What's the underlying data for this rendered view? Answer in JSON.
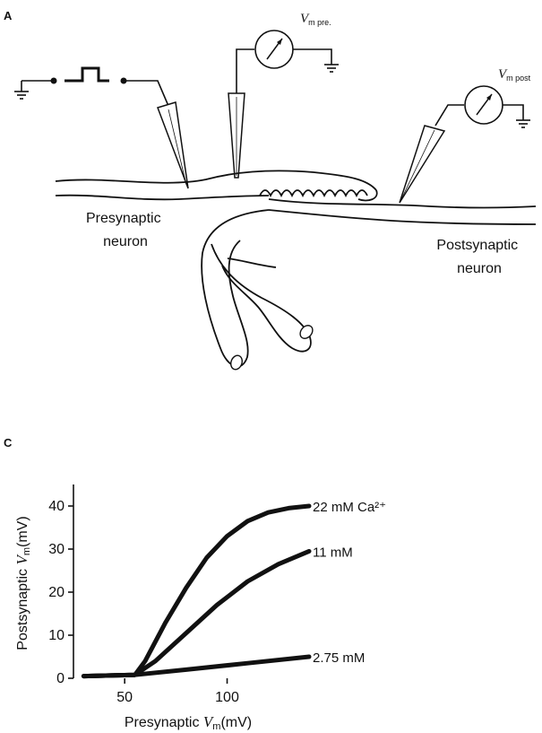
{
  "panel_a": {
    "letter": "A",
    "presynaptic_label": [
      "Presynaptic",
      "neuron"
    ],
    "postsynaptic_label": [
      "Postsynaptic",
      "neuron"
    ],
    "vm_pre": {
      "symbol": "V",
      "subscript": "m pre."
    },
    "vm_post": {
      "symbol": "V",
      "subscript": "m post"
    }
  },
  "panel_c": {
    "letter": "C"
  },
  "chart_data": {
    "type": "line",
    "xlabel": {
      "prefix": "Presynaptic ",
      "symbol": "V",
      "subscript": "m",
      "suffix": "(mV)"
    },
    "ylabel": {
      "prefix": "Postsynaptic ",
      "symbol": "V",
      "subscript": "m",
      "suffix": "(mV)"
    },
    "xlim": [
      25,
      140
    ],
    "ylim": [
      0,
      45
    ],
    "xticks": [
      50,
      100
    ],
    "yticks": [
      0,
      10,
      20,
      30,
      40
    ],
    "grid": false,
    "series": [
      {
        "name": "22 mM Ca²⁺",
        "x": [
          30,
          55,
          60,
          70,
          80,
          90,
          100,
          110,
          120,
          130,
          140
        ],
        "y": [
          0.5,
          0.8,
          4,
          13,
          21,
          28,
          33,
          36.5,
          38.5,
          39.5,
          40
        ]
      },
      {
        "name": "11 mM",
        "x": [
          30,
          55,
          65,
          80,
          95,
          110,
          125,
          140
        ],
        "y": [
          0.5,
          0.8,
          4,
          10.5,
          17,
          22.5,
          26.5,
          29.5
        ]
      },
      {
        "name": "2.75 mM",
        "x": [
          30,
          55,
          80,
          110,
          140
        ],
        "y": [
          0.5,
          0.8,
          2,
          3.5,
          5
        ]
      }
    ]
  }
}
